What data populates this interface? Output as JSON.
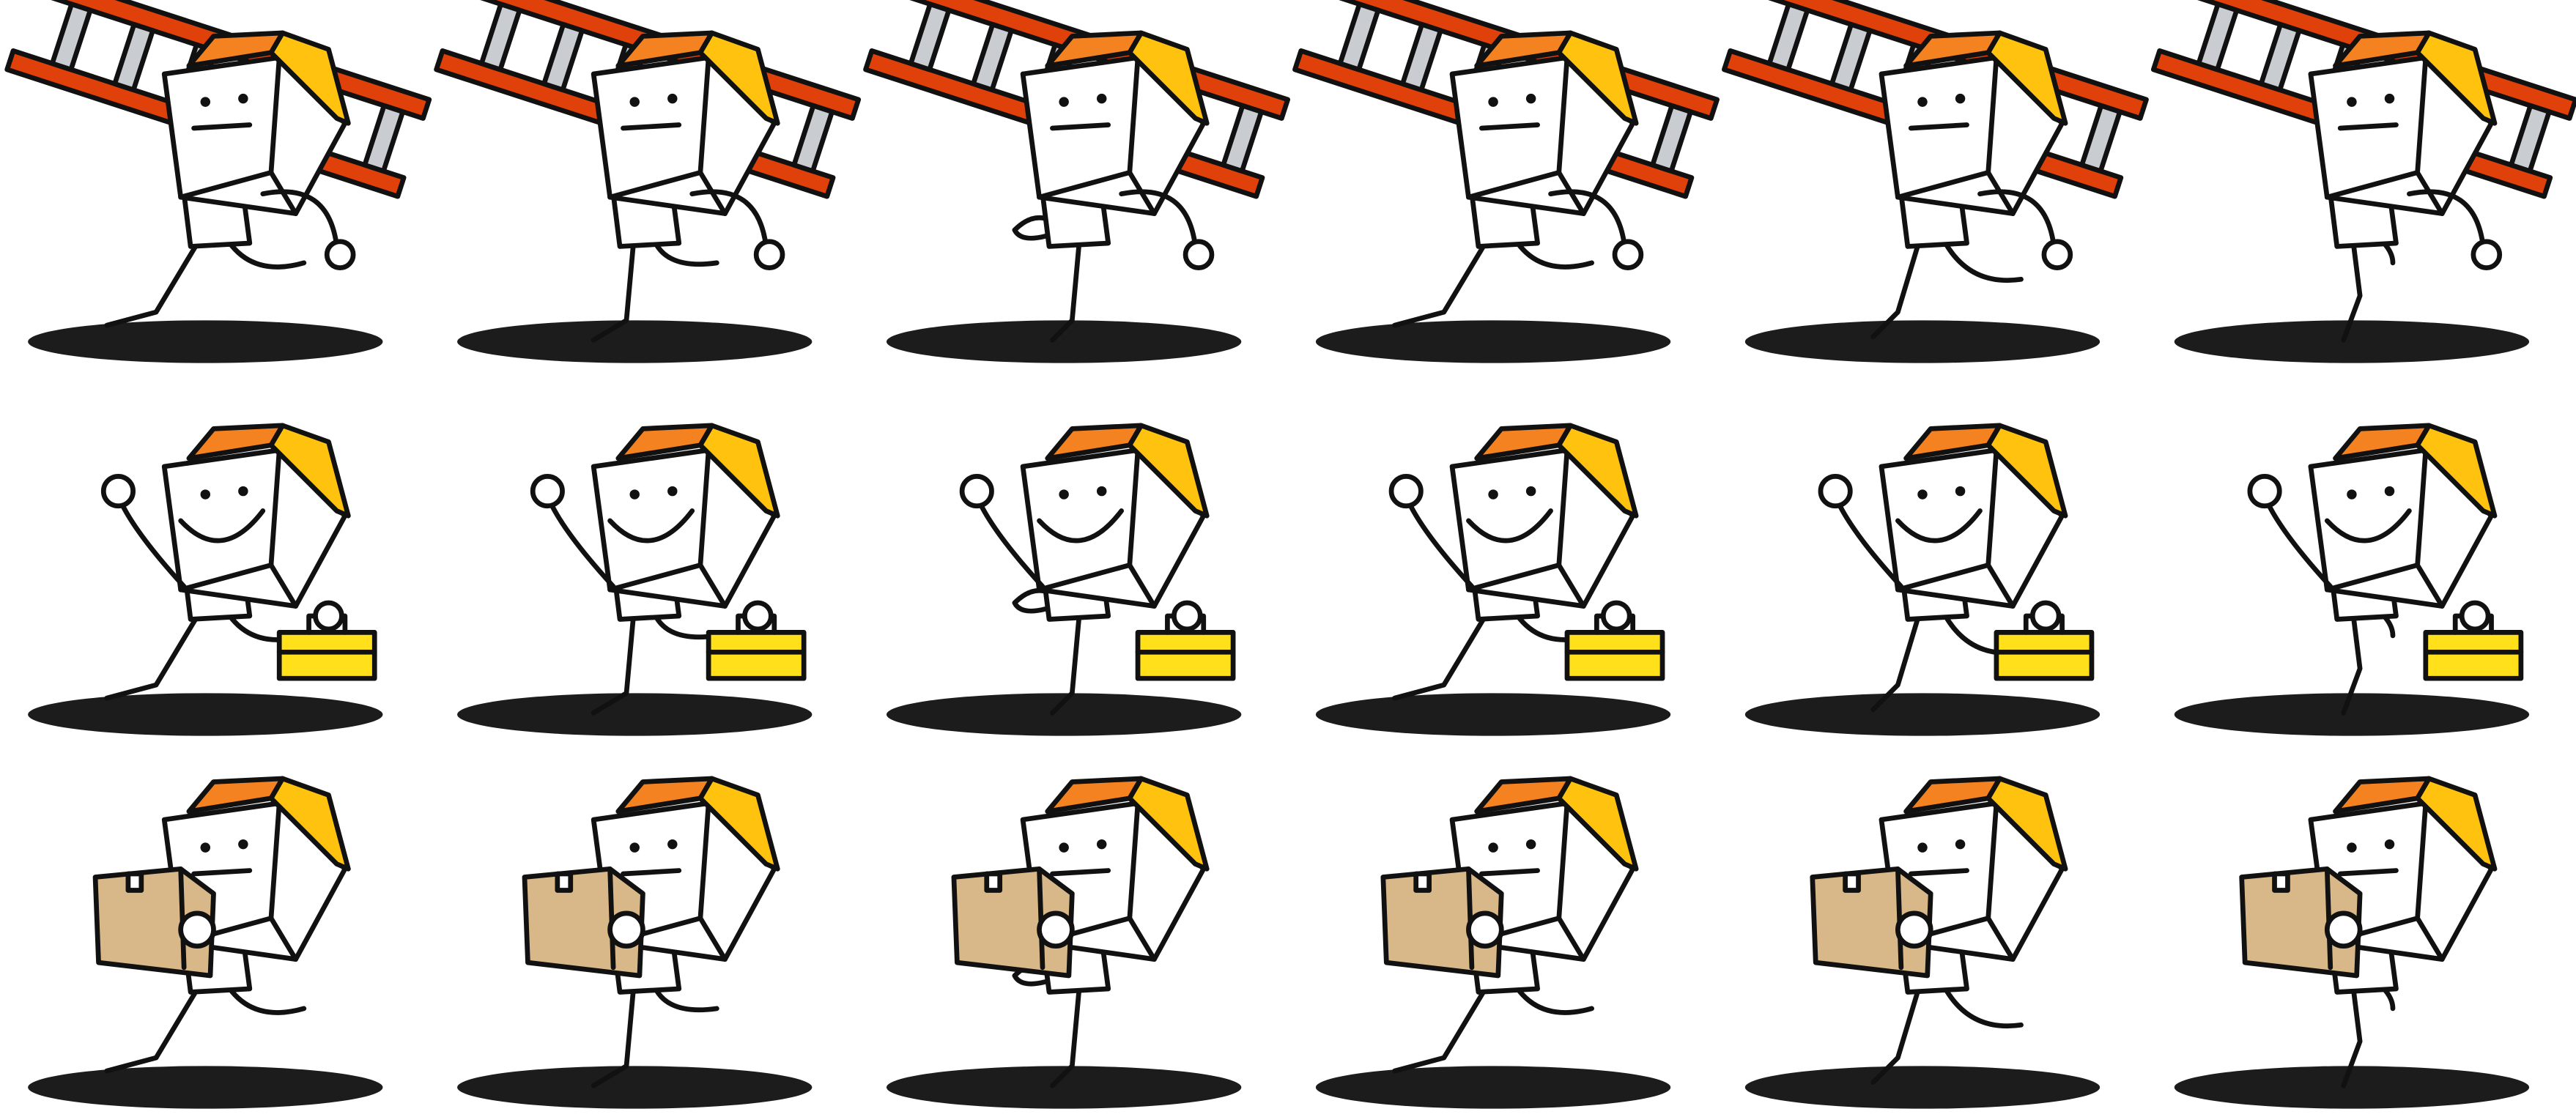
{
  "sprite_sheet": {
    "columns": 6,
    "rows": [
      {
        "prop": "ladder-icon",
        "mood": "neutral"
      },
      {
        "prop": "toolbox-icon",
        "mood": "smile"
      },
      {
        "prop": "cardboard-box-icon",
        "mood": "neutral"
      }
    ]
  },
  "colors": {
    "outline": "#111111",
    "shadow": "#1c1c1c",
    "hat_front": "#f58220",
    "hat_side": "#ffc20e",
    "ladder_rail": "#e0400a",
    "ladder_rung": "#c9ccd1",
    "toolbox": "#ffe01a",
    "cardboard": "#d8b888",
    "body": "#ffffff"
  }
}
